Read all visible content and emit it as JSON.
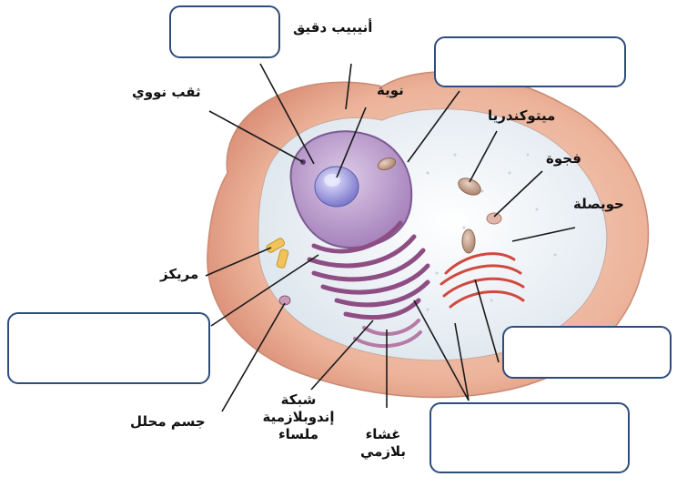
{
  "labels": {
    "microtubule": "أنيبيب دقيق",
    "nuclear_pore": "ثقب نووي",
    "nucleolus": "نوية",
    "mitochondria": "ميتوكندريا",
    "vacuole": "فجوة",
    "vesicle": "حويصلة",
    "centriole": "مريكز",
    "lysosome": "جسم محلل",
    "smooth_er_line1": "شبكة",
    "smooth_er_line2": "إندوبلازمية",
    "smooth_er_line3": "ملساء",
    "plasma_membrane_line1": "غشاء",
    "plasma_membrane_line2": "بلازمي"
  },
  "answer_boxes": [
    "",
    "",
    "",
    "",
    ""
  ],
  "colors": {
    "box_border": "#2e4d7d",
    "leader_line": "#1a1a1a",
    "cell_outer": "#e8b7a0",
    "cytoplasm": "#eef2f5",
    "nucleus": "#b99ac8",
    "nucleolus": "#8a86d6",
    "er": "#9c5a8e",
    "golgi": "#d9534f"
  }
}
